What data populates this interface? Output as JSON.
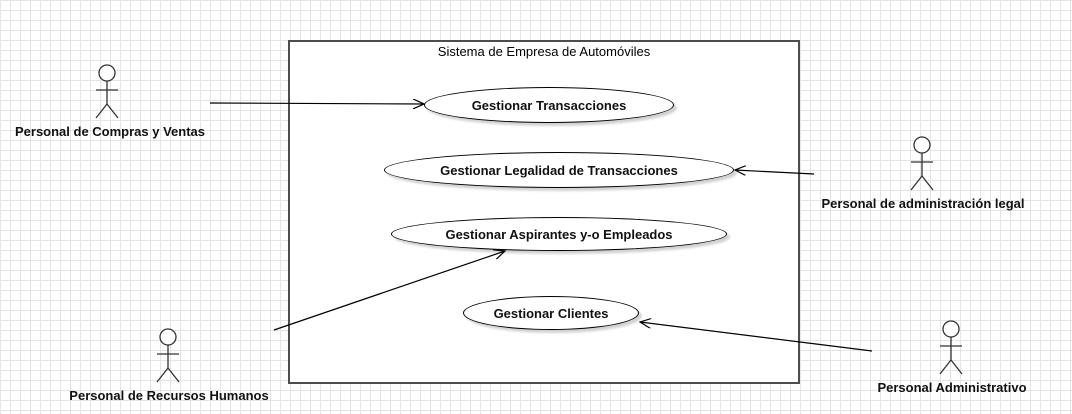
{
  "diagram": {
    "system_title": "Sistema de Empresa de Automóviles",
    "use_cases": [
      {
        "label": "Gestionar Transacciones"
      },
      {
        "label": "Gestionar Legalidad de Transacciones"
      },
      {
        "label": "Gestionar Aspirantes y-o Empleados"
      },
      {
        "label": "Gestionar Clientes"
      }
    ],
    "actors": [
      {
        "label": "Personal de Compras y Ventas"
      },
      {
        "label": "Personal de administración legal"
      },
      {
        "label": "Personal de Recursos Humanos"
      },
      {
        "label": "Personal Administrativo"
      }
    ],
    "associations": [
      {
        "from": "Personal de Compras y Ventas",
        "to": "Gestionar Transacciones"
      },
      {
        "from": "Personal de administración legal",
        "to": "Gestionar Legalidad de Transacciones"
      },
      {
        "from": "Personal de Recursos Humanos",
        "to": "Gestionar Aspirantes y-o Empleados"
      },
      {
        "from": "Personal Administrativo",
        "to": "Gestionar Clientes"
      }
    ]
  }
}
